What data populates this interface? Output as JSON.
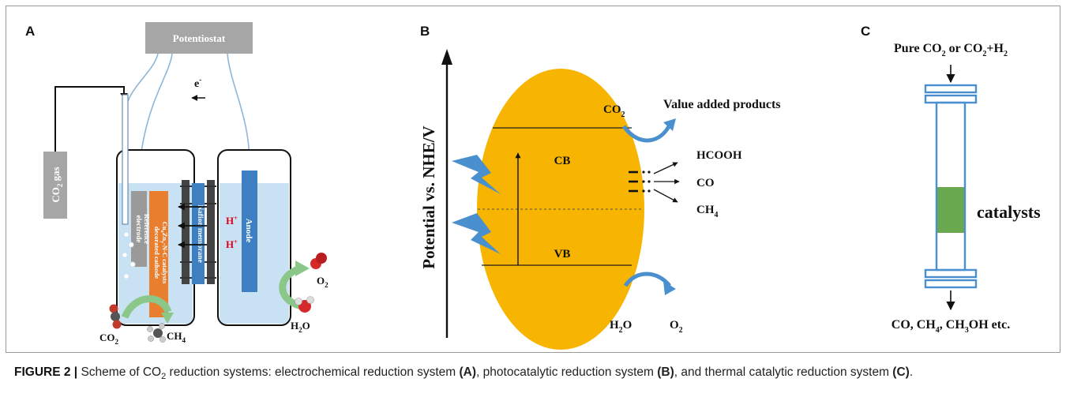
{
  "panels": {
    "a": {
      "label": "A",
      "potentiostat": "Potentiostat",
      "electron": "e",
      "electron_sup": "-",
      "co2_gas": "CO",
      "co2_gas_sub": "2",
      "co2_gas_tail": " gas",
      "reference_l1": "Reference",
      "reference_l2": "electrode",
      "cathode_l1": "Cu",
      "cathode_l1_sub1": "x",
      "cathode_l1_mid": "Zn",
      "cathode_l1_sub2": "y",
      "cathode_l1_tail": "-N-C catalysts",
      "cathode_l2": "decorated cathode",
      "membrane": "Nafion membrane",
      "anode": "Anode",
      "proton": "H",
      "proton_sup": "+",
      "o2": "O",
      "o2_sub": "2",
      "h2o": "H",
      "h2o_sub": "2",
      "h2o_tail": "O",
      "co2": "CO",
      "co2_sub": "2",
      "ch4": "CH",
      "ch4_sub": "4"
    },
    "b": {
      "label": "B",
      "axis": "Potential vs. NHE/V",
      "cb": "CB",
      "vb": "VB",
      "co2": "CO",
      "co2_sub": "2",
      "value_added": "Value added products",
      "hcooh": "HCOOH",
      "co": "CO",
      "ch4": "CH",
      "ch4_sub": "4",
      "h2o": "H",
      "h2o_sub": "2",
      "h2o_tail": "O",
      "o2": "O",
      "o2_sub": "2"
    },
    "c": {
      "label": "C",
      "feed": "Pure CO",
      "feed_sub1": "2",
      "feed_mid": " or CO",
      "feed_sub2": "2",
      "feed_tail": "+H",
      "feed_sub3": "2",
      "catalysts": "catalysts",
      "products_1": "CO, CH",
      "products_sub1": "4",
      "products_2": ", CH",
      "products_sub2": "3",
      "products_3": "OH etc."
    }
  },
  "caption": {
    "figure_label": "FIGURE 2 |",
    "text_1": " Scheme of CO",
    "text_1_sub": "2",
    "text_2": " reduction systems: electrochemical reduction system ",
    "ref_a": "(A)",
    "text_3": ", photocatalytic reduction system ",
    "ref_b": "(B)",
    "text_4": ", and thermal catalytic reduction system ",
    "ref_c": "(C)",
    "text_5": "."
  },
  "colors": {
    "semiconductor": "#f7b400",
    "water": "#c9e2f3",
    "cathode": "#e87e2e",
    "anode": "#3d7fc1",
    "catalyst": "#6aa84f",
    "arrow_blue": "#4a90cf",
    "arrow_green": "#8cc78a",
    "gray_box": "#a6a6a6"
  }
}
